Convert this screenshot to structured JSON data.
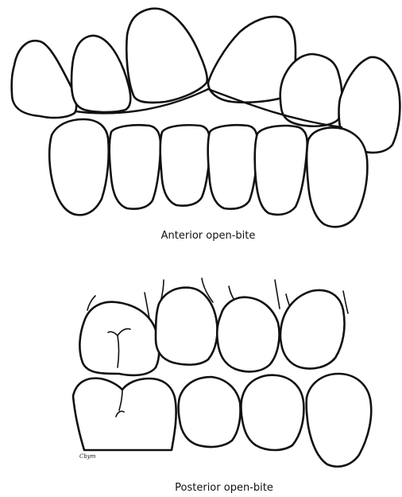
{
  "figures": [
    {
      "caption": "Anterior open-bite"
    },
    {
      "caption": "Posterior open-bite"
    }
  ],
  "artist_signature": "Cbym"
}
